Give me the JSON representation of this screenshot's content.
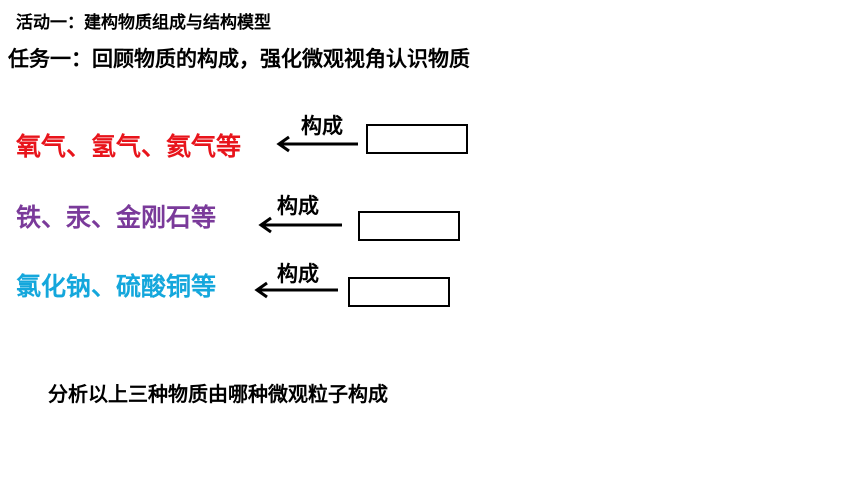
{
  "header": {
    "activity": "活动一：建构物质组成与结构模型",
    "task": "任务一：回顾物质的构成，强化微观视角认识物质"
  },
  "rows": [
    {
      "substances": "氧气、氢气、氦气等",
      "relation": "构成",
      "color": "#e8141b"
    },
    {
      "substances": "铁、汞、金刚石等",
      "relation": "构成",
      "color": "#7a3a9a"
    },
    {
      "substances": "氯化钠、硫酸铜等",
      "relation": "构成",
      "color": "#14a7dc"
    }
  ],
  "question": "分析以上三种物质由哪种微观粒子构成"
}
